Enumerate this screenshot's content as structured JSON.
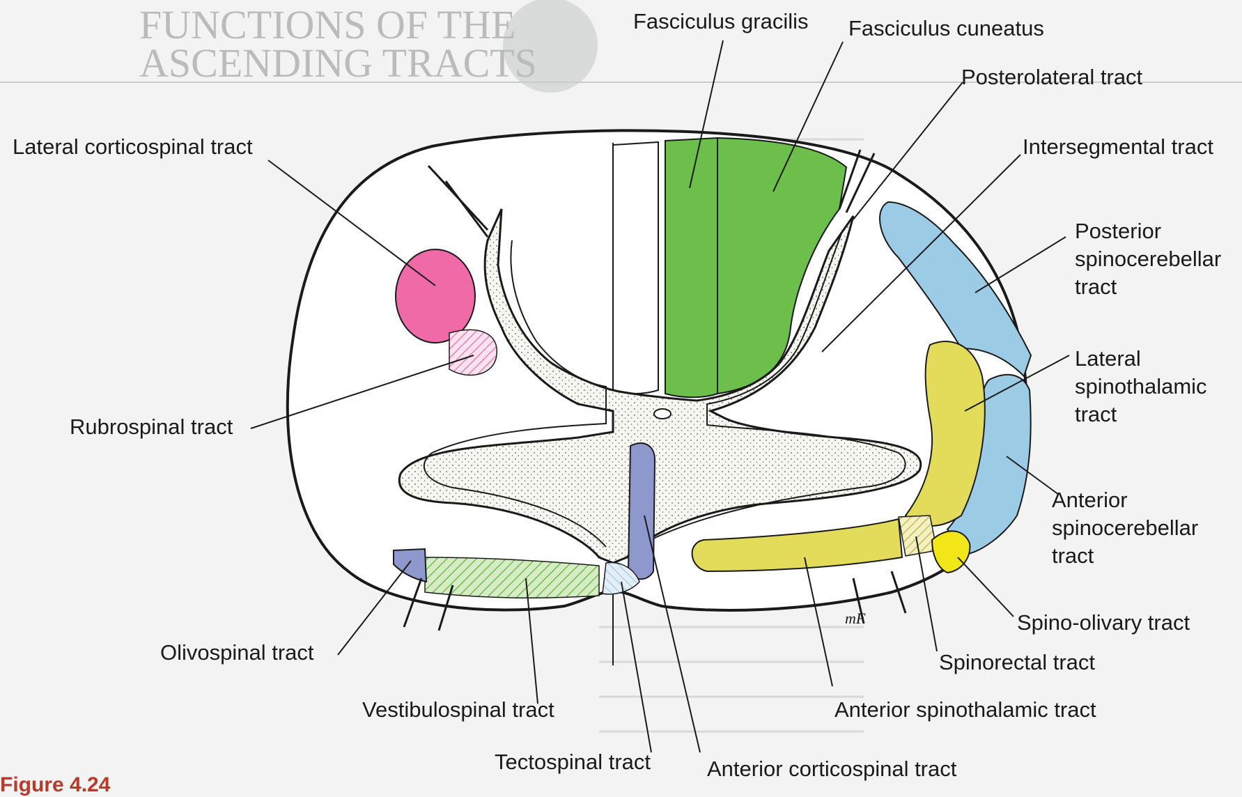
{
  "background_page": {
    "heading_line1": "FUNCTIONS OF THE",
    "heading_line2": "ASCENDING TRACTS",
    "figure_caption": "Figure 4.24"
  },
  "labels": {
    "fasciculus_gracilis": "Fasciculus gracilis",
    "fasciculus_cuneatus": "Fasciculus cuneatus",
    "posterolateral_tract": "Posterolateral tract",
    "intersegmental_tract": "Intersegmental tract",
    "posterior_spinocerebellar_tract": "Posterior\nspinocerebellar\ntract",
    "lateral_spinothalamic_tract": "Lateral\nspinothalamic\ntract",
    "anterior_spinocerebellar_tract": "Anterior\nspinocerebellar\ntract",
    "spino_olivary_tract": "Spino-olivary tract",
    "spinorectal_tract": "Spinorectal tract",
    "anterior_spinothalamic_tract": "Anterior spinothalamic tract",
    "anterior_corticospinal_tract": "Anterior corticospinal tract",
    "tectospinal_tract": "Tectospinal tract",
    "vestibulospinal_tract": "Vestibulospinal tract",
    "olivospinal_tract": "Olivospinal tract",
    "rubrospinal_tract": "Rubrospinal tract",
    "lateral_corticospinal_tract": "Lateral corticospinal tract",
    "artist_initials": "mF"
  },
  "colors": {
    "fasciculus": "#6cbf4a",
    "spinocerebellar": "#9ccbe6",
    "spinothalamic": "#e2dc5a",
    "lateral_corticospinal": "#f06aa8",
    "anterior_corticospinal": "#8f98cc",
    "olivary": "#f0e618",
    "hatch_green": "#a8d290",
    "outline": "#1a1a1a"
  }
}
